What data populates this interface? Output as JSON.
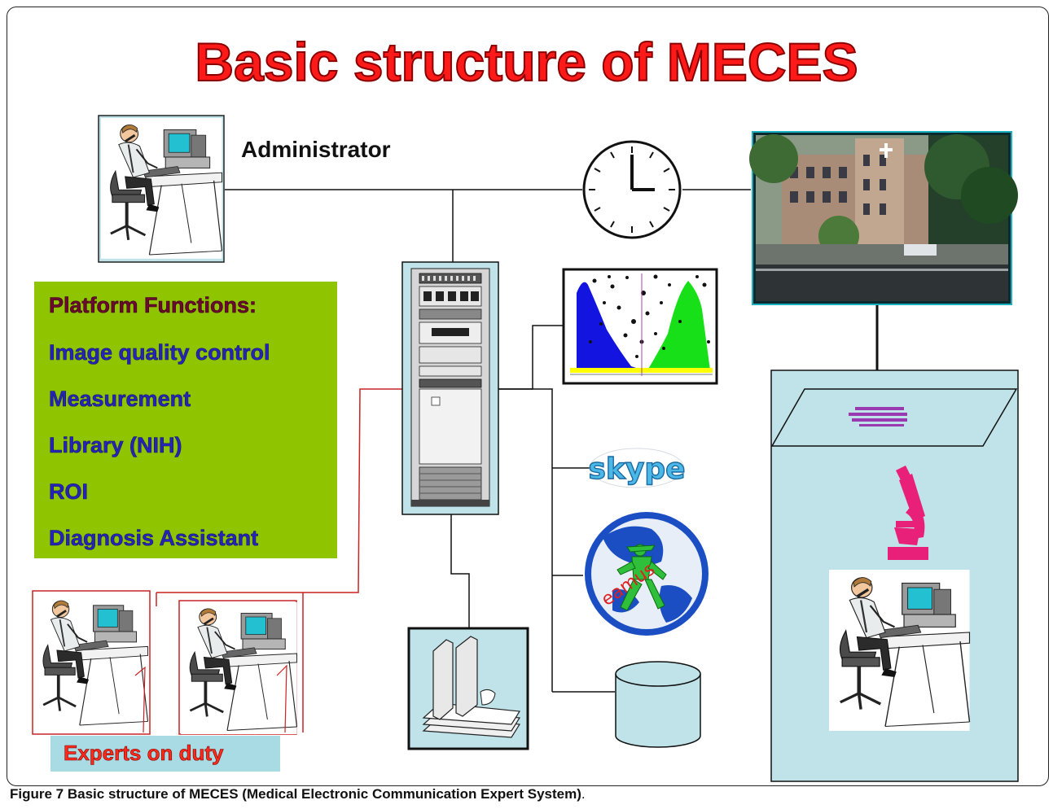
{
  "title": "Basic structure of MECES",
  "administrator_label": "Administrator",
  "platform": {
    "heading": "Platform Functions:",
    "items": [
      "Image quality control",
      "Measurement",
      "Library (NIH)",
      "ROI",
      "Diagnosis Assistant"
    ]
  },
  "experts_label": "Experts on duty",
  "icons": {
    "skype": "skype",
    "eamus": "eamus"
  },
  "caption": {
    "label": "Figure 7",
    "text": "Basic structure of MECES (Medical Electronic Communication Expert System)",
    "tail": "."
  },
  "colors": {
    "title": "#ff1a1a",
    "platform_bg": "#8fc400",
    "panel_bg": "#a8dbe3",
    "expert_lines": "#cc2222",
    "microscope": "#e8207a"
  }
}
